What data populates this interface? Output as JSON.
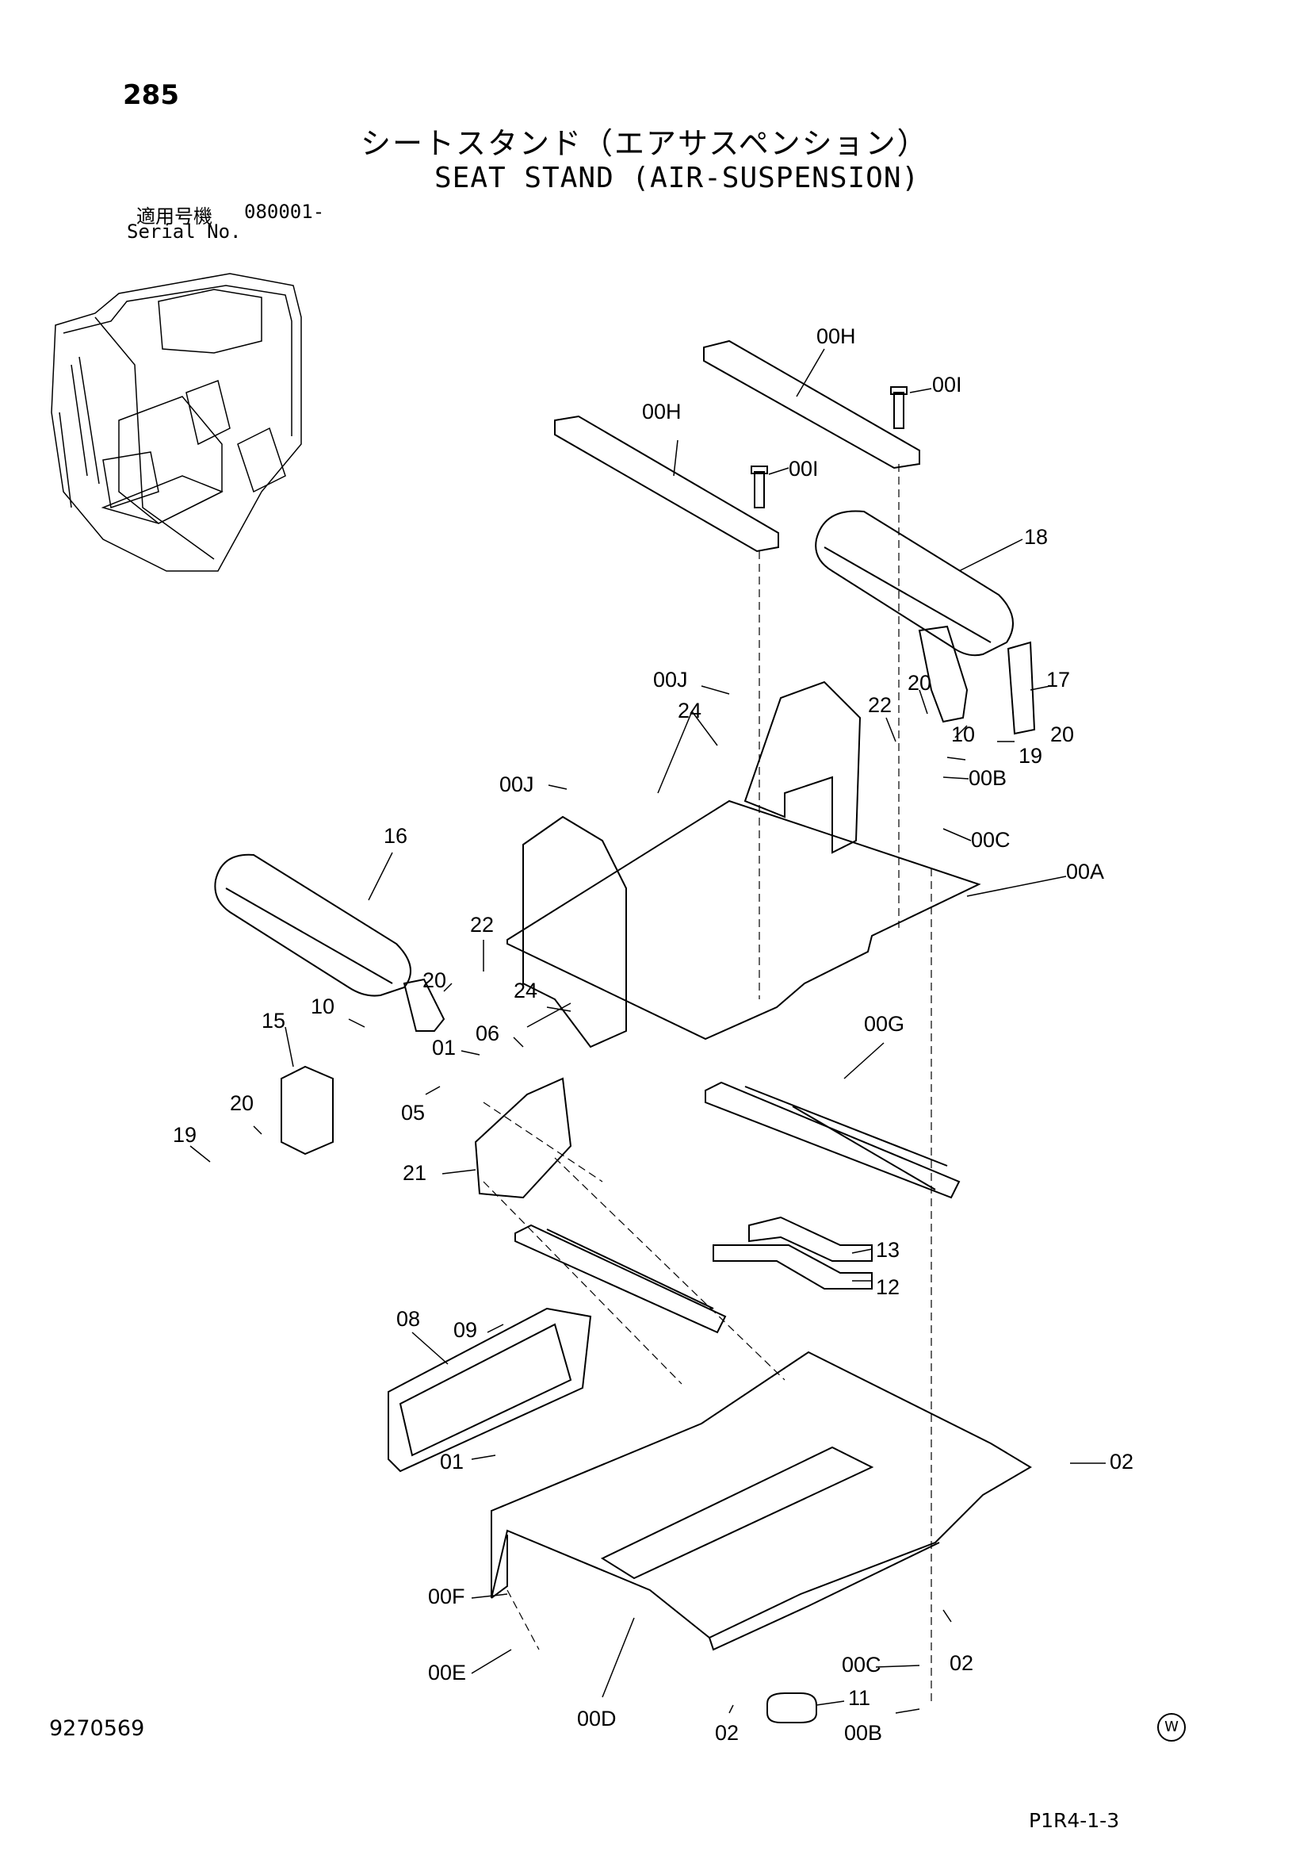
{
  "page": {
    "number": "285",
    "title_jp": "シートスタンド（エアサスペンション）",
    "title_en": "SEAT STAND (AIR-SUSPENSION)",
    "serial_jp": "適用号機",
    "serial_value": "080001-",
    "serial_en": "Serial No.",
    "doc_number": "9270569",
    "page_code": "P1R4-1-3",
    "mark": "W"
  },
  "callouts": {
    "c00H_a": "00H",
    "c00I_a": "00I",
    "c00H_b": "00H",
    "c00I_b": "00I",
    "c18": "18",
    "c17": "17",
    "c20_a": "20",
    "c22_a": "22",
    "c10_a": "10",
    "c20_b": "20",
    "c19_a": "19",
    "c00B_a": "00B",
    "c00C_a": "00C",
    "c00A": "00A",
    "c00J_a": "00J",
    "c24_a": "24",
    "c00J_b": "00J",
    "c16": "16",
    "c22_b": "22",
    "c20_c": "20",
    "c24_b": "24",
    "c10_b": "10",
    "c15": "15",
    "c06": "06",
    "c01_a": "01",
    "c05": "05",
    "c00G": "00G",
    "c20_d": "20",
    "c19_b": "19",
    "c21": "21",
    "c13": "13",
    "c12": "12",
    "c08": "08",
    "c09": "09",
    "c01_b": "01",
    "c02_a": "02",
    "c00F": "00F",
    "c00E": "00E",
    "c00C_b": "00C",
    "c02_b": "02",
    "c11": "11",
    "c00D": "00D",
    "c02_c": "02",
    "c00B_b": "00B"
  }
}
